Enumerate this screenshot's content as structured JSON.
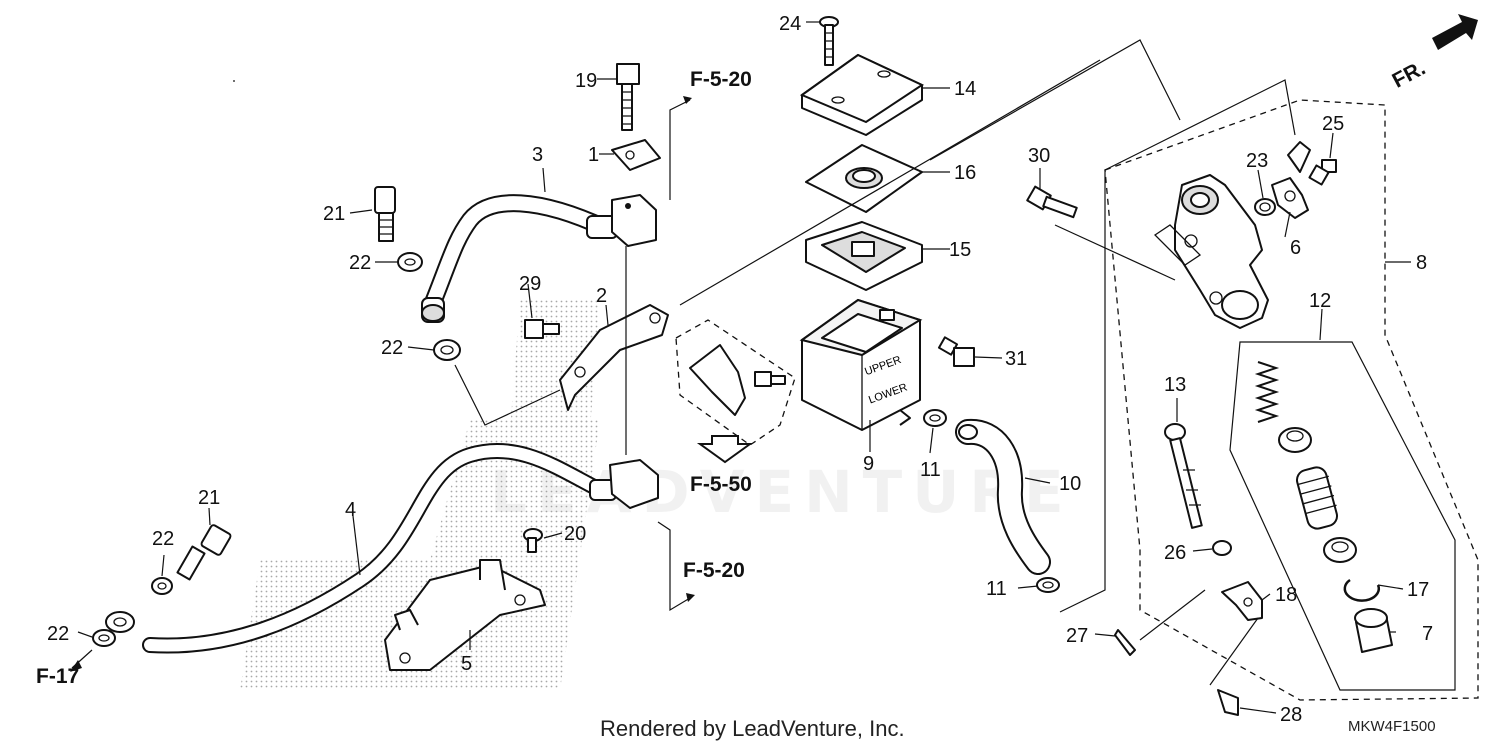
{
  "diagram": {
    "watermark": "LEADVENTURE",
    "front_indicator": "FR.",
    "footer_credit": "Rendered by LeadVenture, Inc.",
    "diagram_code": "MKW4F1500",
    "references": {
      "upper": "F-5-20",
      "mid": "F-5-50",
      "lower": "F-5-20",
      "left": "F-17"
    },
    "reservoir_marks": {
      "upper": "UPPER",
      "lower": "LOWER"
    },
    "callouts": {
      "c1": "1",
      "c2": "2",
      "c3": "3",
      "c4": "4",
      "c5": "5",
      "c6": "6",
      "c7": "7",
      "c8": "8",
      "c9": "9",
      "c10": "10",
      "c11a": "11",
      "c11b": "11",
      "c12": "12",
      "c13": "13",
      "c14": "14",
      "c15": "15",
      "c16": "16",
      "c17": "17",
      "c18": "18",
      "c19": "19",
      "c20": "20",
      "c21a": "21",
      "c21b": "21",
      "c22a": "22",
      "c22b": "22",
      "c22c": "22",
      "c22d": "22",
      "c23": "23",
      "c24": "24",
      "c25": "25",
      "c26": "26",
      "c27": "27",
      "c28": "28",
      "c29": "29",
      "c30": "30",
      "c31": "31"
    }
  }
}
